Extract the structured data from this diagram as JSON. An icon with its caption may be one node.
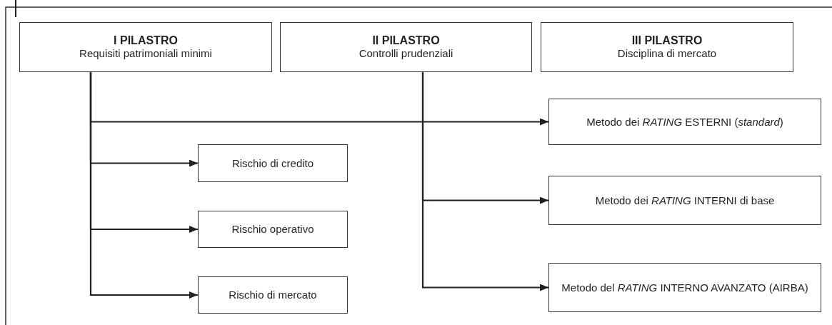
{
  "diagram": {
    "nodes": [
      {
        "text": [
          "I PILASTRO",
          "Requisiti patrimoniali minimi"
        ]
      },
      {
        "text": [
          "II PILASTRO",
          "Controlli prudenziali"
        ]
      },
      {
        "text": [
          "III PILASTRO",
          "Disciplina di mercato"
        ]
      },
      {
        "text": [
          "Metodo dei *RATING* ESTERNI (*standard*)"
        ]
      },
      {
        "text": [
          "Rischio di credito"
        ]
      },
      {
        "text": [
          "Metodo dei *RATING* INTERNI di base"
        ]
      },
      {
        "text": [
          "Rischio operativo"
        ]
      },
      {
        "text": [
          "Metodo del *RATING* INTERNO AVANZATO (AIRBA)"
        ]
      },
      {
        "text": [
          "Rischio di mercato"
        ]
      }
    ],
    "edges": [
      {
        "from": 0,
        "to": 3,
        "arrow": "to"
      },
      {
        "from": 0,
        "to": 4,
        "arrow": "to"
      },
      {
        "from": 0,
        "to": 6,
        "arrow": "to"
      },
      {
        "from": 0,
        "to": 8,
        "arrow": "to"
      },
      {
        "from": 1,
        "to": 5,
        "arrow": "to"
      },
      {
        "from": 1,
        "to": 7,
        "arrow": "to"
      }
    ]
  }
}
